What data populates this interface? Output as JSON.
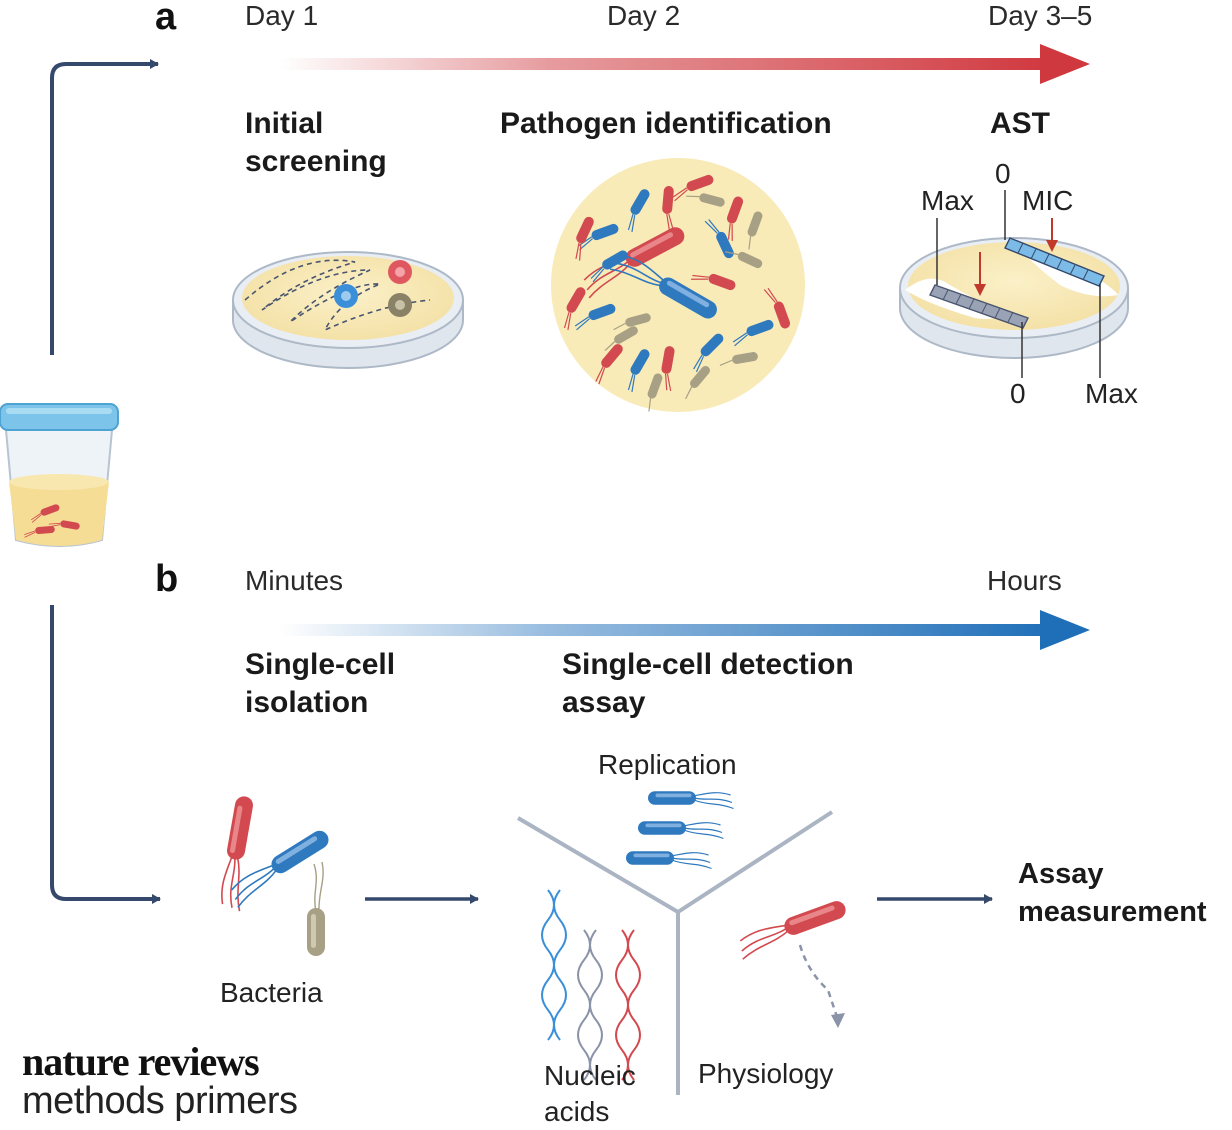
{
  "panel_a": {
    "letter": "a",
    "times": {
      "t1": "Day 1",
      "t2": "Day 2",
      "t3": "Day 3–5"
    },
    "stages": {
      "s1": "Initial screening",
      "s2": "Pathogen identification",
      "s3": "AST"
    },
    "strip_labels": {
      "max_top": "Max",
      "zero_top": "0",
      "mic": "MIC",
      "zero_bottom": "0",
      "max_bottom": "Max"
    }
  },
  "panel_b": {
    "letter": "b",
    "times": {
      "t1": "Minutes",
      "t2": "Hours"
    },
    "stages": {
      "s1": "Single-cell isolation",
      "s2": "Single-cell detection assay"
    },
    "labels": {
      "bacteria": "Bacteria",
      "replication": "Replication",
      "nucleic_acids": "Nucleic acids",
      "physiology": "Physiology",
      "assay_measurement": "Assay measurement"
    }
  },
  "brand": {
    "line1": "nature reviews",
    "line2": "methods primers"
  },
  "colors": {
    "red": "#d24a4f",
    "blue": "#2f79bf",
    "navy": "#34496b",
    "agar": "#f7e9b8",
    "olive": "#a7a085"
  }
}
